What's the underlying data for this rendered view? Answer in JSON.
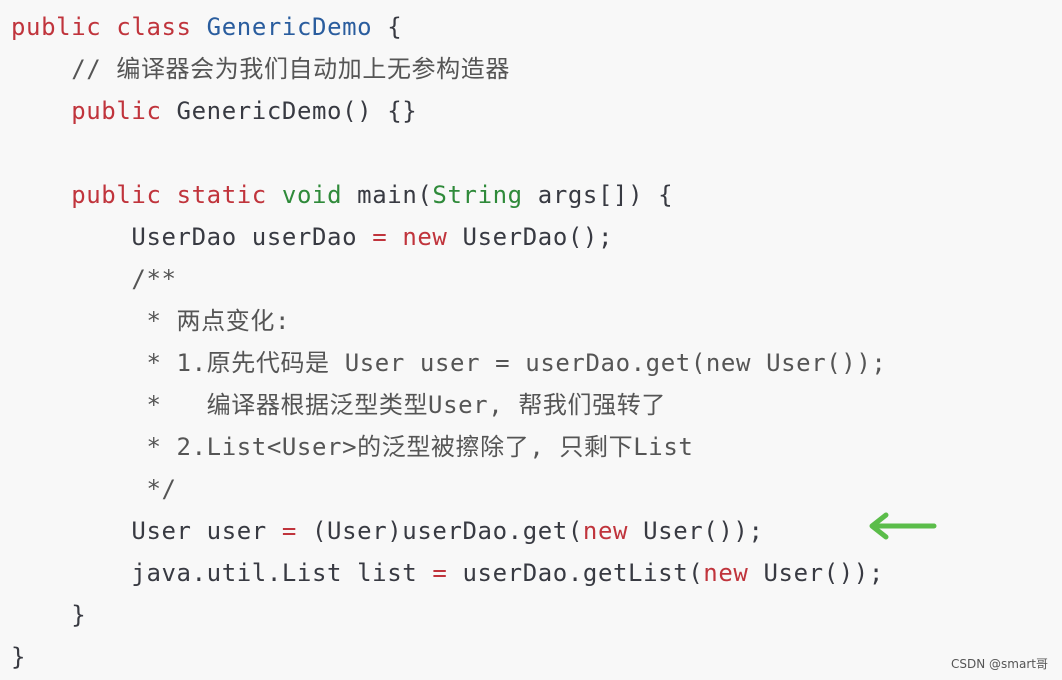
{
  "code": {
    "lines": [
      [
        {
          "t": "public",
          "c": "kw"
        },
        {
          "t": " ",
          "c": "plain"
        },
        {
          "t": "class",
          "c": "kw"
        },
        {
          "t": " ",
          "c": "plain"
        },
        {
          "t": "GenericDemo",
          "c": "cls"
        },
        {
          "t": " {",
          "c": "plain"
        }
      ],
      [
        {
          "t": "    // 编译器会为我们自动加上无参构造器",
          "c": "comment"
        }
      ],
      [
        {
          "t": "    ",
          "c": "plain"
        },
        {
          "t": "public",
          "c": "kw"
        },
        {
          "t": " GenericDemo() {}",
          "c": "plain"
        }
      ],
      [],
      [
        {
          "t": "    ",
          "c": "plain"
        },
        {
          "t": "public",
          "c": "kw"
        },
        {
          "t": " ",
          "c": "plain"
        },
        {
          "t": "static",
          "c": "kw"
        },
        {
          "t": " ",
          "c": "plain"
        },
        {
          "t": "void",
          "c": "type"
        },
        {
          "t": " main(",
          "c": "plain"
        },
        {
          "t": "String",
          "c": "type"
        },
        {
          "t": " args[]) {",
          "c": "plain"
        }
      ],
      [
        {
          "t": "        UserDao userDao ",
          "c": "plain"
        },
        {
          "t": "=",
          "c": "op"
        },
        {
          "t": " ",
          "c": "plain"
        },
        {
          "t": "new",
          "c": "kw"
        },
        {
          "t": " UserDao();",
          "c": "plain"
        }
      ],
      [
        {
          "t": "        /**",
          "c": "comment"
        }
      ],
      [
        {
          "t": "         * 两点变化:",
          "c": "comment"
        }
      ],
      [
        {
          "t": "         * 1.原先代码是 User user = userDao.get(new User());",
          "c": "comment"
        }
      ],
      [
        {
          "t": "         *   编译器根据泛型类型User, 帮我们强转了",
          "c": "comment"
        }
      ],
      [
        {
          "t": "         * 2.List<User>的泛型被擦除了, 只剩下List",
          "c": "comment"
        }
      ],
      [
        {
          "t": "         */",
          "c": "comment"
        }
      ],
      [
        {
          "t": "        User user ",
          "c": "plain"
        },
        {
          "t": "=",
          "c": "op"
        },
        {
          "t": " (User)userDao.get(",
          "c": "plain"
        },
        {
          "t": "new",
          "c": "kw"
        },
        {
          "t": " User());",
          "c": "plain"
        }
      ],
      [
        {
          "t": "        java.util.List list ",
          "c": "plain"
        },
        {
          "t": "=",
          "c": "op"
        },
        {
          "t": " userDao.getList(",
          "c": "plain"
        },
        {
          "t": "new",
          "c": "kw"
        },
        {
          "t": " User());",
          "c": "plain"
        }
      ],
      [
        {
          "t": "    }",
          "c": "plain"
        }
      ],
      [
        {
          "t": "}",
          "c": "plain"
        }
      ]
    ]
  },
  "annotation": {
    "arrow_icon": "left-arrow-icon",
    "arrow_color": "#5bbd4a"
  },
  "watermark": {
    "text": "CSDN @smart哥"
  },
  "colors": {
    "background": "#f8f8f8",
    "keyword": "#c0343c",
    "type": "#2f8a3a",
    "class_name": "#2a5d9e",
    "plain": "#383a42",
    "comment": "#555555"
  }
}
